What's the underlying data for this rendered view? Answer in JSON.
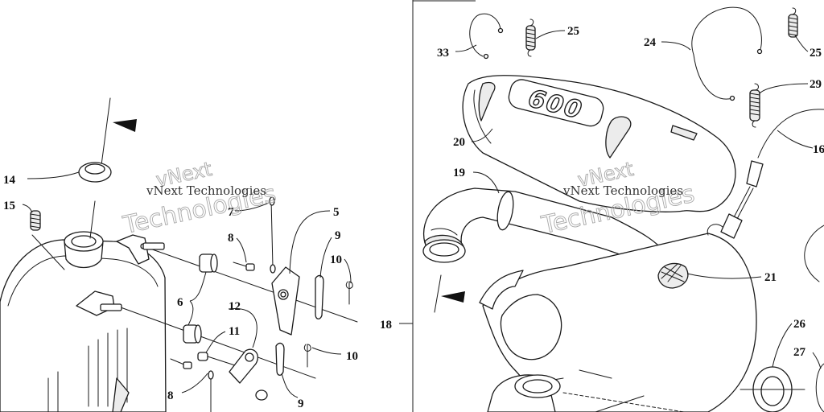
{
  "diagram": {
    "callouts_left": [
      "14",
      "15",
      "7",
      "8",
      "5",
      "9",
      "10",
      "6",
      "12",
      "11",
      "10",
      "8",
      "9"
    ],
    "callouts_right": [
      "33",
      "25",
      "24",
      "25",
      "29",
      "20",
      "16",
      "19",
      "21",
      "18",
      "26",
      "27"
    ],
    "logo_text": "600",
    "watermark": {
      "small_text": "vNext Technologies",
      "line_top": "vNext",
      "line_bottom": "Technologies"
    }
  }
}
